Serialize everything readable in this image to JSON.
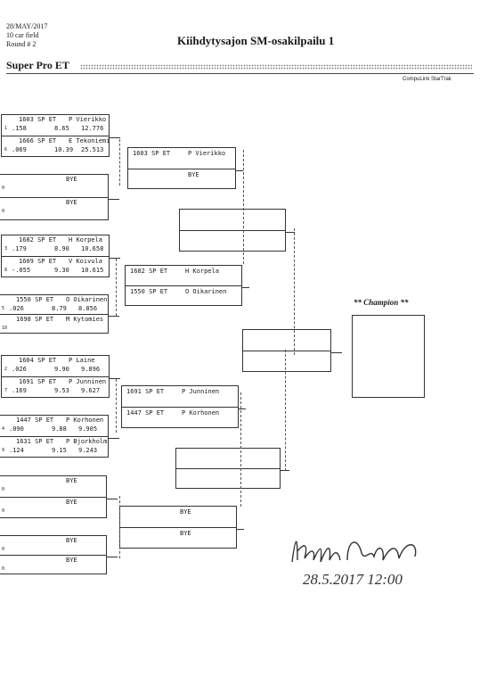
{
  "header": {
    "date": "28/MAY/2017",
    "field": "10 car field",
    "round": "Round # 2",
    "title": "Kiihdytysajon SM-osakilpailu 1",
    "class_name": "Super Pro ET",
    "brand": "CompuLink StarTrak"
  },
  "bracket": {
    "round1": [
      {
        "dial": "1603 SP ET",
        "driver": "P Vierikko",
        "pos": "1",
        "rt": ".158",
        "et": "8.65",
        "mph": "12.776"
      },
      {
        "dial": "1666 SP ET",
        "driver": "E Tekoniemi",
        "pos": "6",
        "rt": ".069",
        "et": "10.39",
        "mph": "25.513"
      },
      {
        "dial": "",
        "driver": "BYE",
        "pos": "0",
        "rt": "",
        "et": "",
        "mph": ""
      },
      {
        "dial": "",
        "driver": "BYE",
        "pos": "0",
        "rt": "",
        "et": "",
        "mph": ""
      },
      {
        "dial": "1682 SP ET",
        "driver": "H Korpela",
        "pos": "3",
        "rt": ".179",
        "et": "8.90",
        "mph": "10.658"
      },
      {
        "dial": "1609 SP ET",
        "driver": "V Koivula",
        "pos": "8",
        "rt": "-.055",
        "et": "9.30",
        "mph": "10.615"
      },
      {
        "dial": "1550 SP ET",
        "driver": "O Oikarinen",
        "pos": "5",
        "rt": ".026",
        "et": "8.79",
        "mph": "8.856"
      },
      {
        "dial": "1698 SP ET",
        "driver": "M Kytomies",
        "pos": "10",
        "rt": "",
        "et": "",
        "mph": ""
      },
      {
        "dial": "1604 SP ET",
        "driver": "P Laine",
        "pos": "2",
        "rt": ".026",
        "et": "9.90",
        "mph": "9.896"
      },
      {
        "dial": "1691 SP ET",
        "driver": "P Junninen",
        "pos": "7",
        "rt": ".169",
        "et": "9.53",
        "mph": "9.627"
      },
      {
        "dial": "1447 SP ET",
        "driver": "P Korhonen",
        "pos": "4",
        "rt": ".090",
        "et": "9.88",
        "mph": "9.905"
      },
      {
        "dial": "1631 SP ET",
        "driver": "P Bjorkholm",
        "pos": "9",
        "rt": ".124",
        "et": "9.15",
        "mph": "9.243"
      },
      {
        "dial": "",
        "driver": "BYE",
        "pos": "0",
        "rt": "",
        "et": "",
        "mph": ""
      },
      {
        "dial": "",
        "driver": "BYE",
        "pos": "0",
        "rt": "",
        "et": "",
        "mph": ""
      },
      {
        "dial": "",
        "driver": "BYE",
        "pos": "0",
        "rt": "",
        "et": "",
        "mph": ""
      },
      {
        "dial": "",
        "driver": "BYE",
        "pos": "0",
        "rt": "",
        "et": "",
        "mph": ""
      }
    ],
    "round2": [
      {
        "dial": "1603 SP ET",
        "driver": "P Vierikko"
      },
      {
        "dial": "",
        "driver": "BYE"
      },
      {
        "dial": "1682 SP ET",
        "driver": "H Korpela"
      },
      {
        "dial": "1550 SP ET",
        "driver": "O Oikarinen"
      },
      {
        "dial": "1691 SP ET",
        "driver": "P Junninen"
      },
      {
        "dial": "1447 SP ET",
        "driver": "P Korhonen"
      },
      {
        "dial": "",
        "driver": "BYE"
      },
      {
        "dial": "",
        "driver": "BYE"
      }
    ],
    "champion_label": "** Champion **"
  },
  "signature": {
    "name": "Kaznlla Orun",
    "datetime": "28.5.2017   12:00"
  }
}
